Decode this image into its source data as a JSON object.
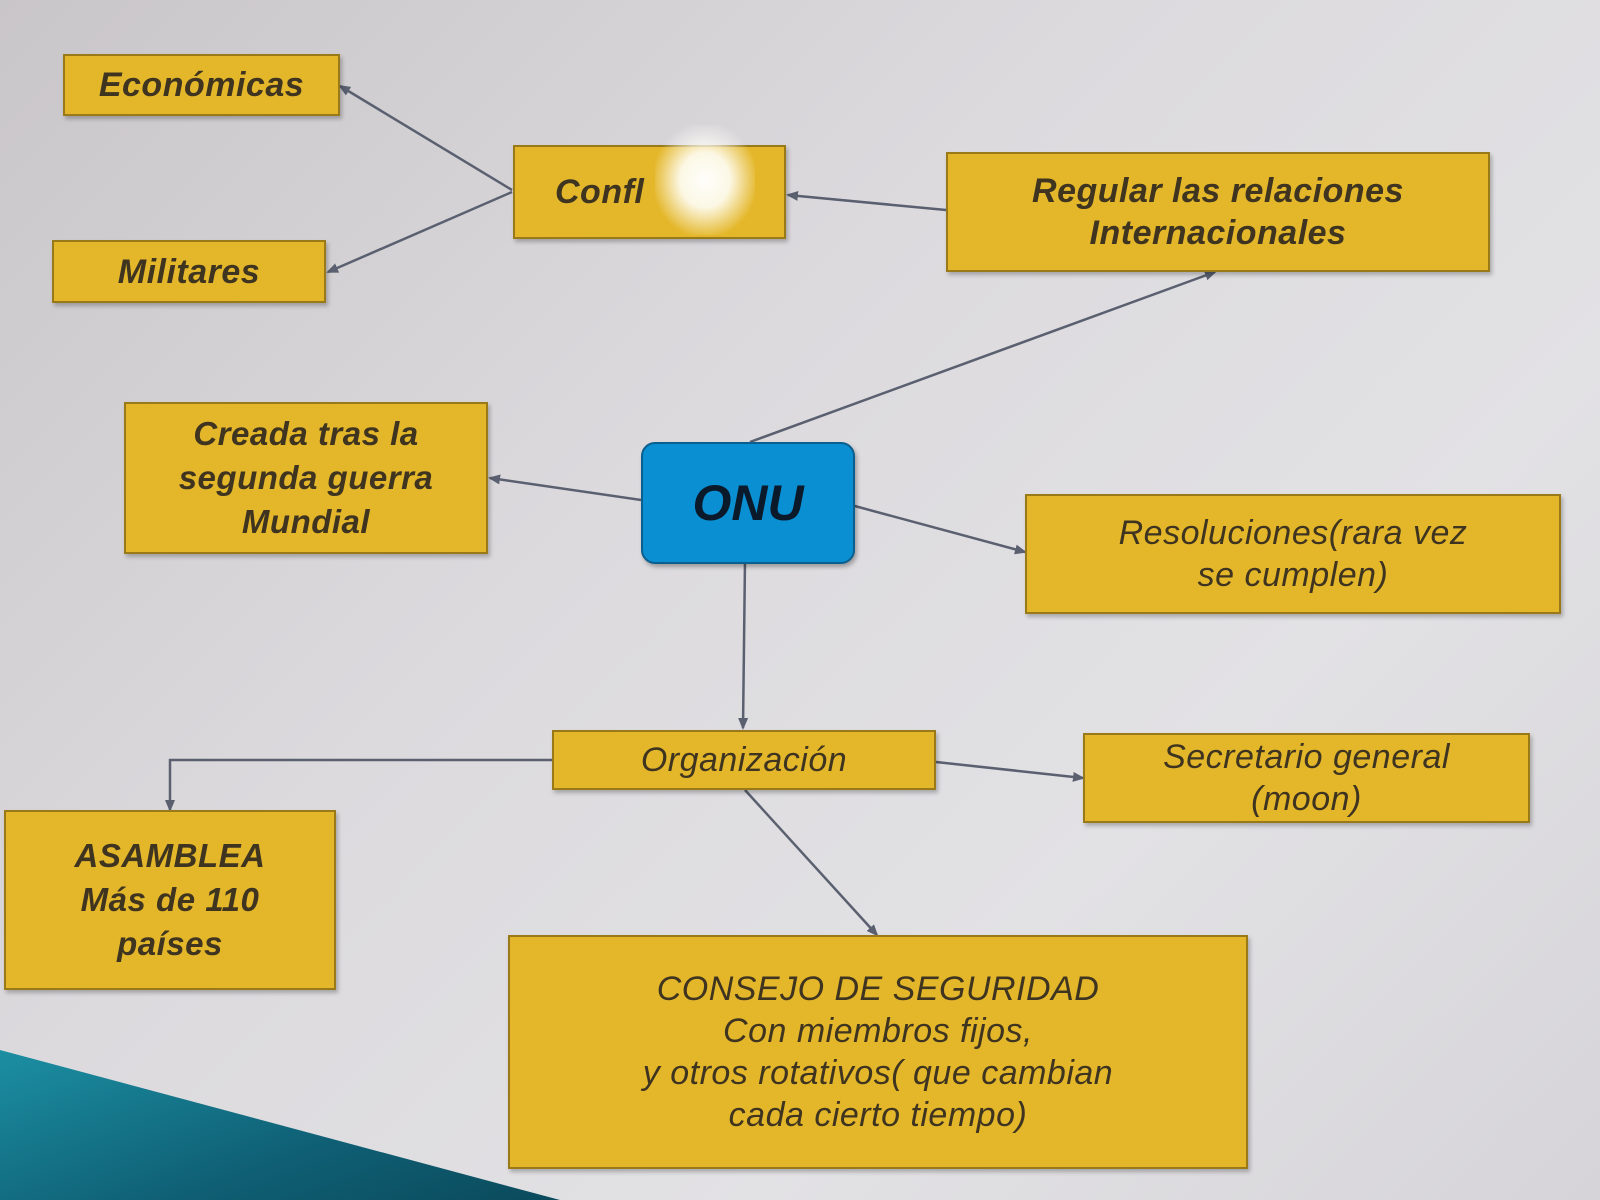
{
  "center": {
    "label": "ONU"
  },
  "nodes": {
    "economicas": {
      "lines": [
        "Económicas"
      ]
    },
    "conflictos": {
      "lines": [
        "Confl"
      ]
    },
    "militares": {
      "lines": [
        "Militares"
      ]
    },
    "regular": {
      "lines": [
        "Regular las relaciones",
        "Internacionales"
      ]
    },
    "creada": {
      "lines": [
        "Creada tras la",
        "segunda guerra",
        "Mundial"
      ]
    },
    "resoluciones": {
      "lines": [
        "Resoluciones(rara vez",
        "se cumplen)"
      ]
    },
    "organizacion": {
      "lines": [
        "Organización"
      ]
    },
    "secretario": {
      "lines": [
        "Secretario general",
        "(moon)"
      ]
    },
    "asamblea": {
      "lines": [
        "ASAMBLEA",
        "Más de 110",
        "países"
      ]
    },
    "consejo": {
      "lines": [
        "CONSEJO DE SEGURIDAD",
        "Con miembros fijos,",
        "y otros rotativos( que cambian",
        "cada cierto tiempo)"
      ]
    }
  },
  "colors": {
    "node_fill": "#e4b72a",
    "center_fill": "#0b8fd3",
    "arrow": "#5a6070"
  }
}
